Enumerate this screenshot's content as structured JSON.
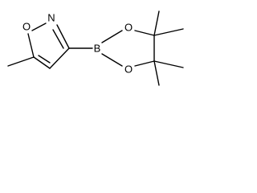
{
  "structure": {
    "atoms": {
      "o_ring": "O",
      "n_ring": "N",
      "boron": "B",
      "o_upper": "O",
      "o_lower": "O"
    }
  }
}
